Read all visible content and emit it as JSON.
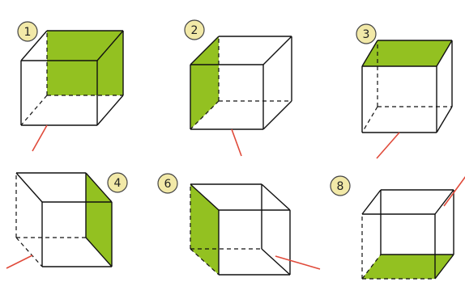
{
  "colors": {
    "face": "#93c121",
    "edge": "#111111",
    "axis": "#e04a3a",
    "badge_fill": "#f2e9a8",
    "badge_stroke": "#444444",
    "background": "#ffffff"
  },
  "figures": [
    {
      "number": "1",
      "shaded_face": "back",
      "axis": "bottom-left"
    },
    {
      "number": "2",
      "shaded_face": "left",
      "axis": "bottom-right"
    },
    {
      "number": "3",
      "shaded_face": "top",
      "axis": "bottom-left"
    },
    {
      "number": "4",
      "shaded_face": "right",
      "axis": "left"
    },
    {
      "number": "6",
      "shaded_face": "left",
      "axis": "right"
    },
    {
      "number": "8",
      "shaded_face": "bottom",
      "axis": "top-right"
    }
  ]
}
